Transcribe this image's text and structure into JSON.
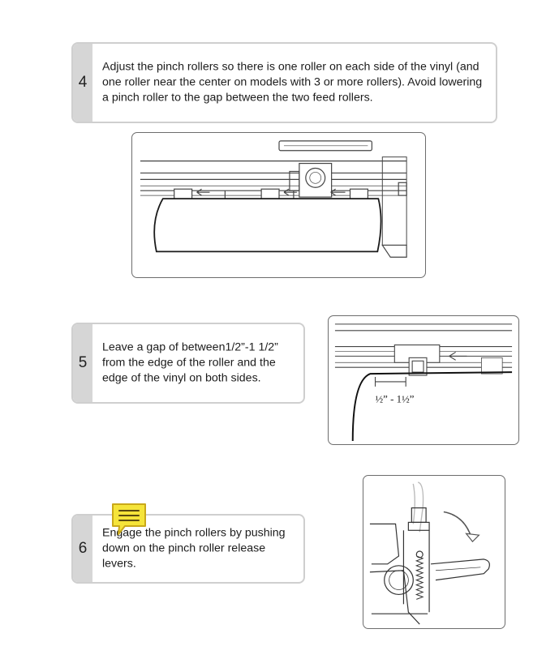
{
  "steps": [
    {
      "number": "4",
      "text": "Adjust the pinch rollers so there is one roller on each side of the vinyl (and one roller near the center on models with 3 or more rollers). Avoid lowering a pinch roller to the gap between the two feed rollers."
    },
    {
      "number": "5",
      "text": "Leave a gap of between1/2”-1 1/2” from the edge of the roller and the edge of the vinyl on both sides."
    },
    {
      "number": "6",
      "text": "Engage the pinch rollers by pushing down on the pinch roller release levers."
    }
  ],
  "figures": {
    "gap_label": "½” - 1½”"
  },
  "icons": {
    "note": "note-icon"
  },
  "colors": {
    "tab": "#d6d6d6",
    "border": "#cfcfcf",
    "note_fill": "#f5e43a",
    "note_stroke": "#c9a81a"
  }
}
